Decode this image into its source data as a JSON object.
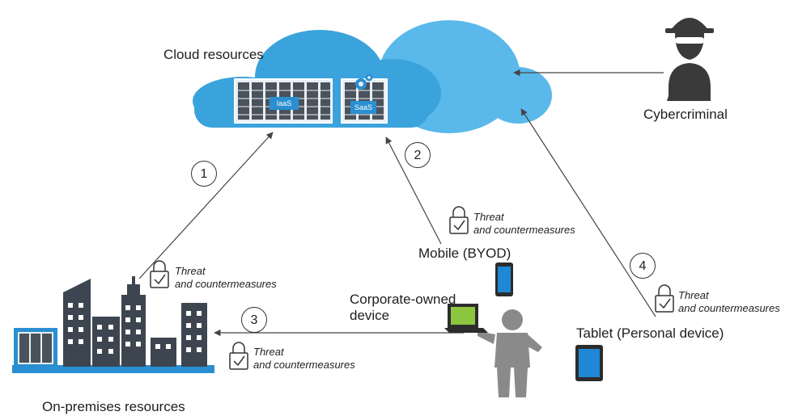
{
  "labels": {
    "cloud": "Cloud resources",
    "iaas": "IaaS",
    "saas": "SaaS",
    "cybercriminal": "Cybercriminal",
    "mobile": "Mobile (BYOD)",
    "corporate_line1": "Corporate-owned",
    "corporate_line2": "device",
    "tablet": "Tablet (Personal device)",
    "onprem": "On-premises resources"
  },
  "threat": {
    "line1": "Threat",
    "line2": "and countermeasures"
  },
  "steps": [
    "1",
    "2",
    "3",
    "4"
  ],
  "colors": {
    "cloud_main": "#3aa3dc",
    "cloud_light": "#5ab8ea",
    "server_blue": "#2a8fd1",
    "building": "#3d4650",
    "person": "#8a8a8a",
    "laptop_screen": "#8cc63f",
    "device_screen": "#1e88d6"
  },
  "icons": [
    "lock-check-icon",
    "server-rack-icon",
    "gear-icon",
    "hacker-icon",
    "person-icon",
    "laptop-icon",
    "phone-icon",
    "tablet-icon",
    "building-icon"
  ]
}
